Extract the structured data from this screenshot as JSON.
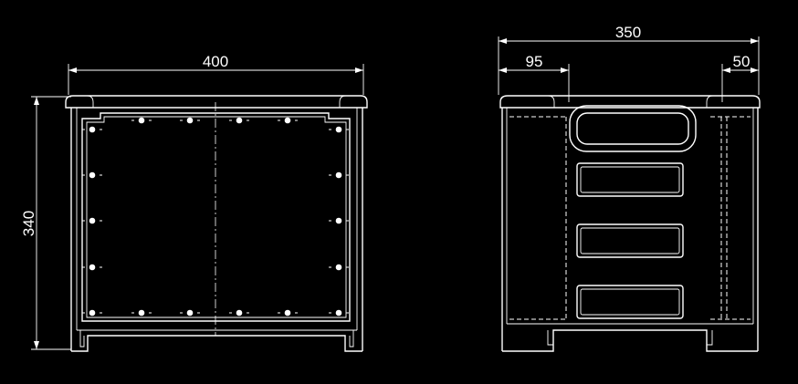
{
  "front_view": {
    "width_label": "400",
    "height_label": "340"
  },
  "side_view": {
    "depth_label": "350",
    "handle_offset_label": "95",
    "rear_offset_label": "50"
  }
}
